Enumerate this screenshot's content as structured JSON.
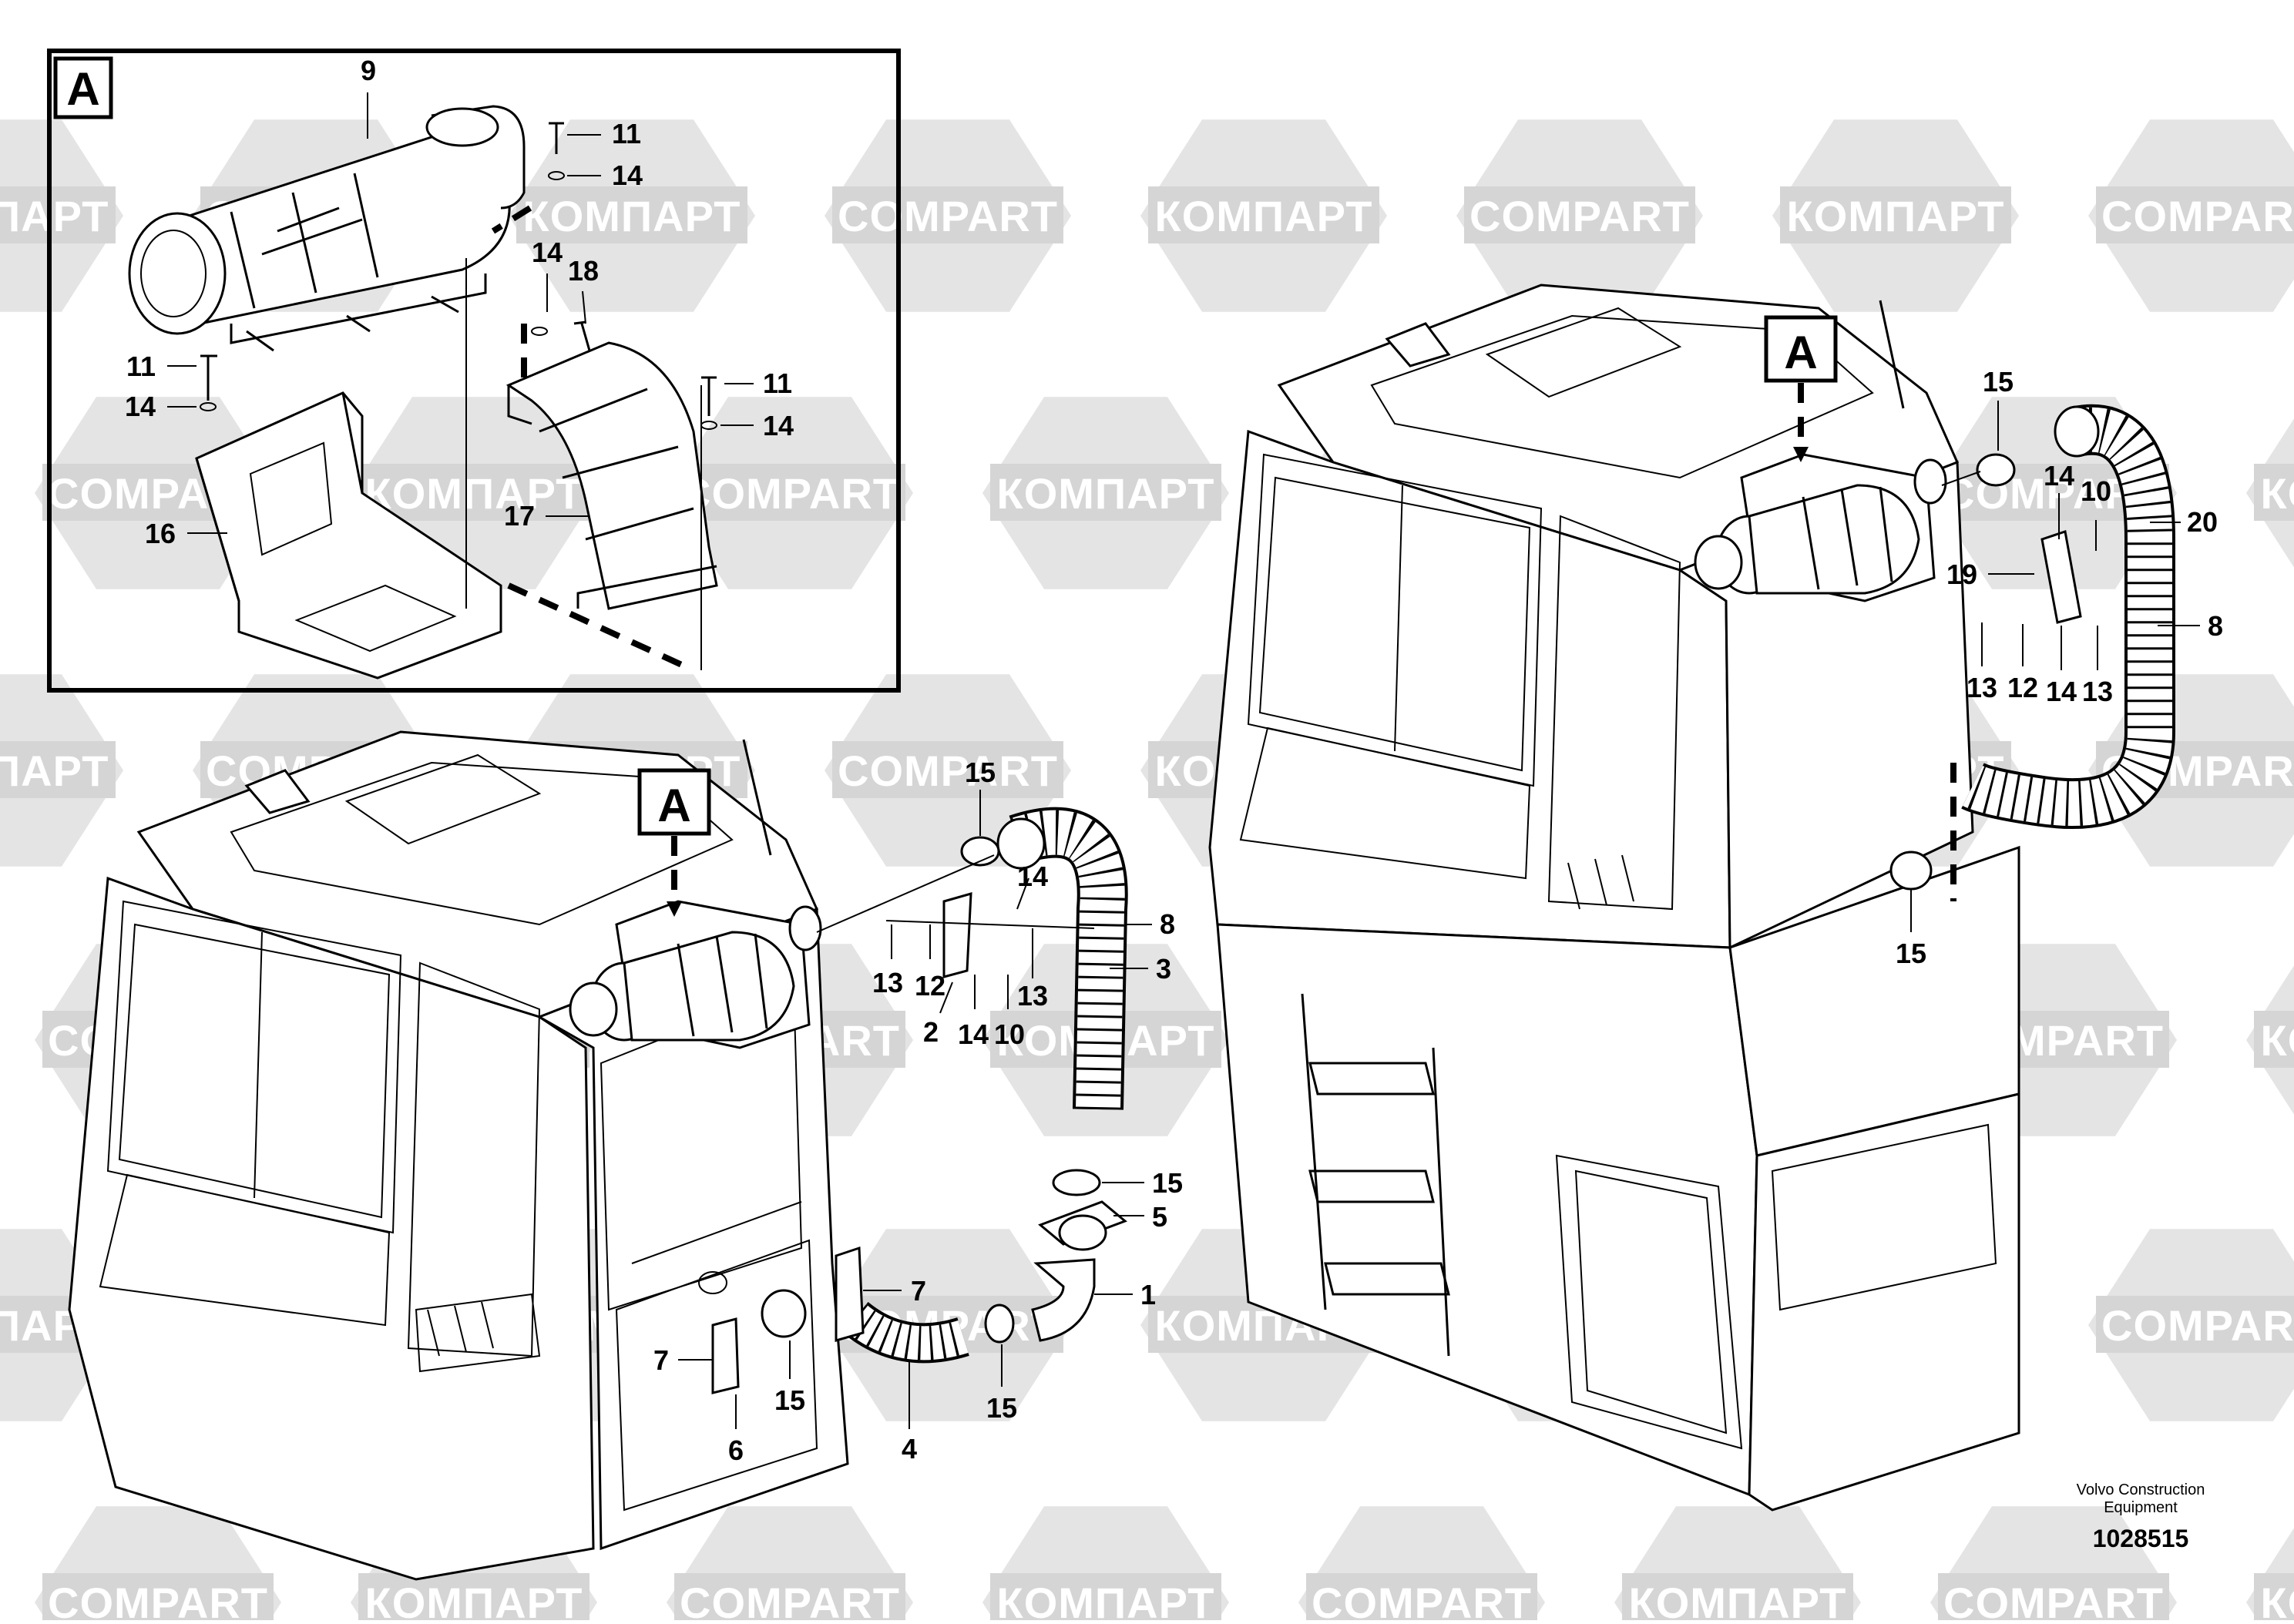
{
  "watermarks": {
    "latin": "COMPART",
    "cyrillic": "КОМПАРТ"
  },
  "detail_box": {
    "label": "A",
    "callouts": [
      "9",
      "11",
      "14",
      "14",
      "18",
      "11",
      "14",
      "11",
      "14",
      "16",
      "17"
    ]
  },
  "left_view": {
    "label": "A",
    "callouts": [
      "15",
      "14",
      "8",
      "3",
      "13",
      "12",
      "2",
      "14",
      "10",
      "13",
      "15",
      "5",
      "1",
      "7",
      "7",
      "15",
      "6",
      "4",
      "15"
    ]
  },
  "right_view": {
    "label": "A",
    "callouts": [
      "15",
      "14",
      "10",
      "20",
      "19",
      "8",
      "13",
      "12",
      "14",
      "13",
      "15"
    ]
  },
  "footer": {
    "company_line1": "Volvo Construction",
    "company_line2": "Equipment",
    "drawing_number": "1028515"
  }
}
